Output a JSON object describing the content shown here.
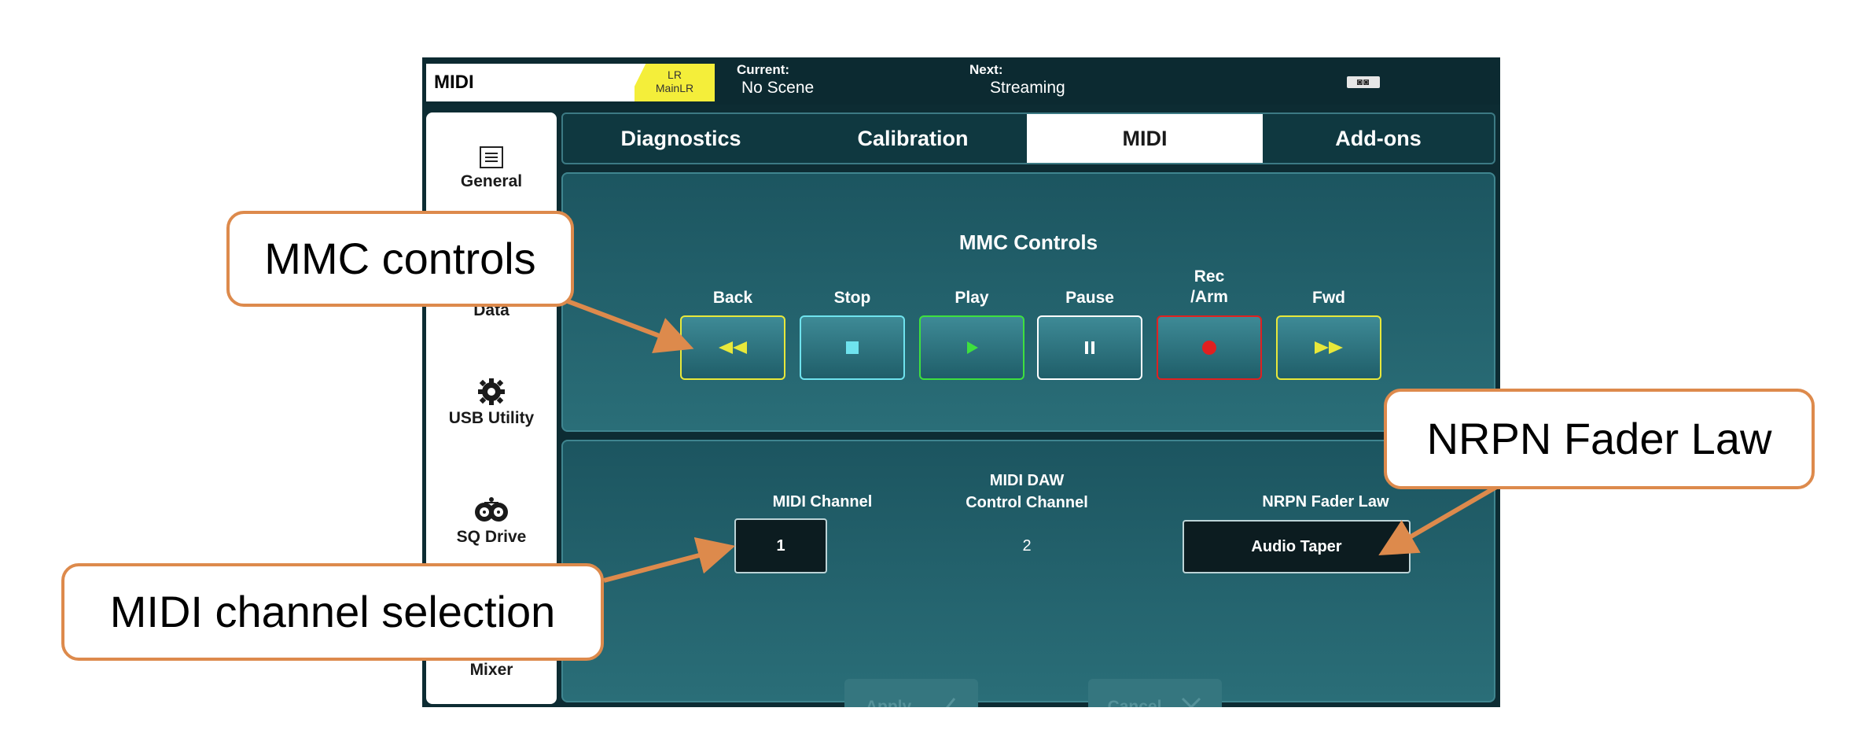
{
  "header": {
    "title": "MIDI",
    "badge_line1": "LR",
    "badge_line2": "MainLR",
    "current_label": "Current:",
    "current_value": "No Scene",
    "next_label": "Next:",
    "next_value": "Streaming",
    "badge_color": "#f4ee3a"
  },
  "sidebar": {
    "items": [
      {
        "label": "General",
        "icon": "list-icon"
      },
      {
        "label": "Data",
        "icon": "data-icon"
      },
      {
        "label": "USB Utility",
        "icon": "gear-icon"
      },
      {
        "label": "SQ Drive",
        "icon": "tape-reels-icon"
      },
      {
        "label": "Mixer",
        "icon": "mixer-icon"
      }
    ]
  },
  "tabs": [
    {
      "label": "Diagnostics",
      "active": false
    },
    {
      "label": "Calibration",
      "active": false
    },
    {
      "label": "MIDI",
      "active": true
    },
    {
      "label": "Add-ons",
      "active": false
    }
  ],
  "mmc": {
    "title": "MMC Controls",
    "buttons": [
      {
        "label": "Back",
        "icon": "rewind-icon",
        "color": "#e8e83a"
      },
      {
        "label": "Stop",
        "icon": "stop-icon",
        "color": "#6fe3ee"
      },
      {
        "label": "Play",
        "icon": "play-icon",
        "color": "#3ee03e"
      },
      {
        "label": "Pause",
        "icon": "pause-icon",
        "color": "#ffffff"
      },
      {
        "label_line1": "Rec",
        "label_line2": "/Arm",
        "icon": "record-icon",
        "color": "#e02020"
      },
      {
        "label": "Fwd",
        "icon": "fast-forward-icon",
        "color": "#e8e83a"
      }
    ]
  },
  "midi": {
    "channel_label": "MIDI Channel",
    "channel_value": "1",
    "daw_label_line1": "MIDI DAW",
    "daw_label_line2": "Control Channel",
    "daw_value": "2",
    "fader_law_label": "NRPN Fader Law",
    "fader_law_value": "Audio Taper",
    "apply_label": "Apply",
    "cancel_label": "Cancel"
  },
  "callouts": {
    "mmc": "MMC controls",
    "nrpn": "NRPN Fader Law",
    "channel": "MIDI channel selection",
    "border_color": "#dd8a4c"
  }
}
